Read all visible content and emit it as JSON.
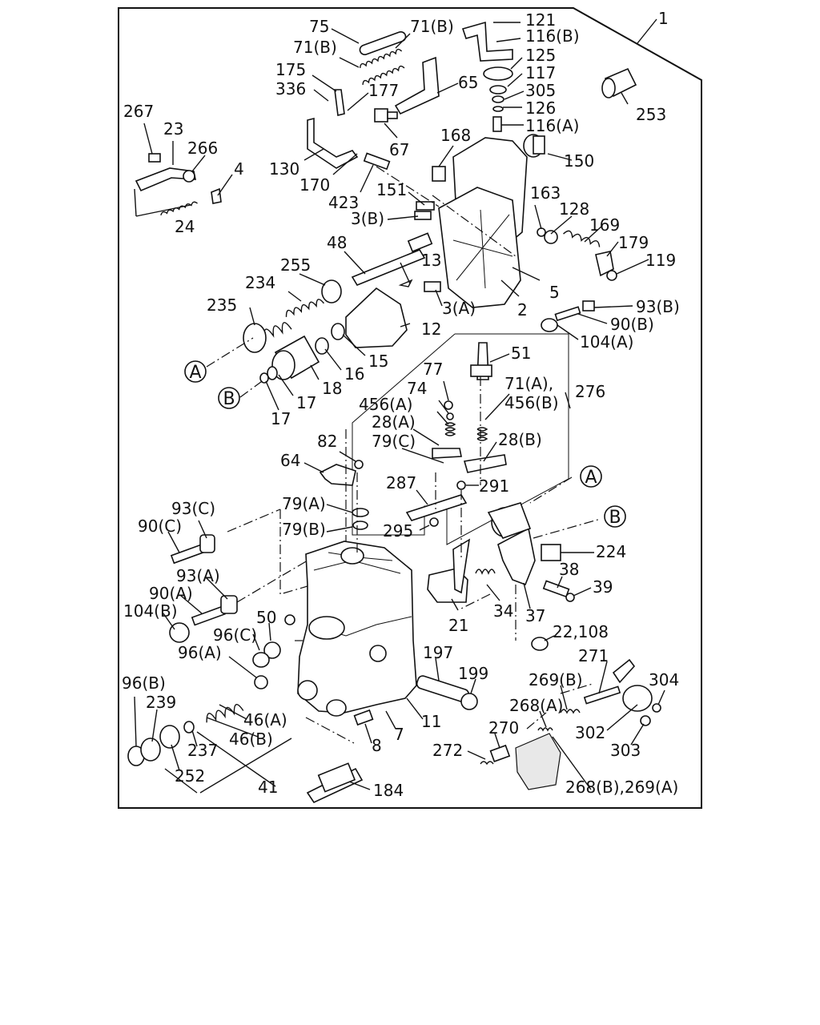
{
  "diagram": {
    "labels": [
      {
        "id": "l-1",
        "text": "1"
      },
      {
        "id": "l-75",
        "text": "75"
      },
      {
        "id": "l-71b-top",
        "text": "71(B)"
      },
      {
        "id": "l-71b-left",
        "text": "71(B)"
      },
      {
        "id": "l-121",
        "text": "121"
      },
      {
        "id": "l-116b",
        "text": "116(B)"
      },
      {
        "id": "l-125",
        "text": "125"
      },
      {
        "id": "l-117",
        "text": "117"
      },
      {
        "id": "l-305",
        "text": "305"
      },
      {
        "id": "l-126",
        "text": "126"
      },
      {
        "id": "l-116a",
        "text": "116(A)"
      },
      {
        "id": "l-175",
        "text": "175"
      },
      {
        "id": "l-336",
        "text": "336"
      },
      {
        "id": "l-177",
        "text": "177"
      },
      {
        "id": "l-65",
        "text": "65"
      },
      {
        "id": "l-253",
        "text": "253"
      },
      {
        "id": "l-267",
        "text": "267"
      },
      {
        "id": "l-23",
        "text": "23"
      },
      {
        "id": "l-266",
        "text": "266"
      },
      {
        "id": "l-4",
        "text": "4"
      },
      {
        "id": "l-24",
        "text": "24"
      },
      {
        "id": "l-67",
        "text": "67"
      },
      {
        "id": "l-168",
        "text": "168"
      },
      {
        "id": "l-150",
        "text": "150"
      },
      {
        "id": "l-130",
        "text": "130"
      },
      {
        "id": "l-170",
        "text": "170"
      },
      {
        "id": "l-423",
        "text": "423"
      },
      {
        "id": "l-151",
        "text": "151"
      },
      {
        "id": "l-3b",
        "text": "3(B)"
      },
      {
        "id": "l-163",
        "text": "163"
      },
      {
        "id": "l-128",
        "text": "128"
      },
      {
        "id": "l-169",
        "text": "169"
      },
      {
        "id": "l-179",
        "text": "179"
      },
      {
        "id": "l-119",
        "text": "119"
      },
      {
        "id": "l-48",
        "text": "48"
      },
      {
        "id": "l-13",
        "text": "13"
      },
      {
        "id": "l-5",
        "text": "5"
      },
      {
        "id": "l-255",
        "text": "255"
      },
      {
        "id": "l-234",
        "text": "234"
      },
      {
        "id": "l-235",
        "text": "235"
      },
      {
        "id": "l-3a",
        "text": "3(A)"
      },
      {
        "id": "l-2",
        "text": "2"
      },
      {
        "id": "l-93b",
        "text": "93(B)"
      },
      {
        "id": "l-90b",
        "text": "90(B)"
      },
      {
        "id": "l-104a",
        "text": "104(A)"
      },
      {
        "id": "l-12",
        "text": "12"
      },
      {
        "id": "l-15",
        "text": "15"
      },
      {
        "id": "l-16",
        "text": "16"
      },
      {
        "id": "l-18",
        "text": "18"
      },
      {
        "id": "l-17a",
        "text": "17"
      },
      {
        "id": "l-17b",
        "text": "17"
      },
      {
        "id": "l-51",
        "text": "51"
      },
      {
        "id": "l-77",
        "text": "77"
      },
      {
        "id": "l-74",
        "text": "74"
      },
      {
        "id": "l-71a",
        "text": "71(A),"
      },
      {
        "id": "l-456b",
        "text": "456(B)"
      },
      {
        "id": "l-276",
        "text": "276"
      },
      {
        "id": "l-456a",
        "text": "456(A)"
      },
      {
        "id": "l-28a",
        "text": "28(A)"
      },
      {
        "id": "l-79c",
        "text": "79(C)"
      },
      {
        "id": "l-28b",
        "text": "28(B)"
      },
      {
        "id": "l-82",
        "text": "82"
      },
      {
        "id": "l-64",
        "text": "64"
      },
      {
        "id": "l-287",
        "text": "287"
      },
      {
        "id": "l-291",
        "text": "291"
      },
      {
        "id": "l-295",
        "text": "295"
      },
      {
        "id": "l-93c",
        "text": "93(C)"
      },
      {
        "id": "l-90c",
        "text": "90(C)"
      },
      {
        "id": "l-79a",
        "text": "79(A)"
      },
      {
        "id": "l-79b",
        "text": "79(B)"
      },
      {
        "id": "l-224",
        "text": "224"
      },
      {
        "id": "l-38",
        "text": "38"
      },
      {
        "id": "l-39",
        "text": "39"
      },
      {
        "id": "l-93a",
        "text": "93(A)"
      },
      {
        "id": "l-90a",
        "text": "90(A)"
      },
      {
        "id": "l-104b",
        "text": "104(B)"
      },
      {
        "id": "l-50",
        "text": "50"
      },
      {
        "id": "l-96c",
        "text": "96(C)"
      },
      {
        "id": "l-96a",
        "text": "96(A)"
      },
      {
        "id": "l-21",
        "text": "21"
      },
      {
        "id": "l-34",
        "text": "34"
      },
      {
        "id": "l-37",
        "text": "37"
      },
      {
        "id": "l-22-108",
        "text": "22,108"
      },
      {
        "id": "l-197",
        "text": "197"
      },
      {
        "id": "l-199",
        "text": "199"
      },
      {
        "id": "l-271",
        "text": "271"
      },
      {
        "id": "l-96b",
        "text": "96(B)"
      },
      {
        "id": "l-239",
        "text": "239"
      },
      {
        "id": "l-269b",
        "text": "269(B)"
      },
      {
        "id": "l-304",
        "text": "304"
      },
      {
        "id": "l-46a",
        "text": "46(A)"
      },
      {
        "id": "l-46b",
        "text": "46(B)"
      },
      {
        "id": "l-11",
        "text": "11"
      },
      {
        "id": "l-268a",
        "text": "268(A)"
      },
      {
        "id": "l-7",
        "text": "7"
      },
      {
        "id": "l-8",
        "text": "8"
      },
      {
        "id": "l-270",
        "text": "270"
      },
      {
        "id": "l-302",
        "text": "302"
      },
      {
        "id": "l-303",
        "text": "303"
      },
      {
        "id": "l-237",
        "text": "237"
      },
      {
        "id": "l-272",
        "text": "272"
      },
      {
        "id": "l-252",
        "text": "252"
      },
      {
        "id": "l-41",
        "text": "41"
      },
      {
        "id": "l-184",
        "text": "184"
      },
      {
        "id": "l-268b-269a",
        "text": "268(B),269(A)"
      }
    ],
    "callouts": [
      {
        "id": "c-a-left",
        "text": "A"
      },
      {
        "id": "c-b-left",
        "text": "B"
      },
      {
        "id": "c-a-right",
        "text": "A"
      },
      {
        "id": "c-b-right",
        "text": "B"
      }
    ]
  }
}
